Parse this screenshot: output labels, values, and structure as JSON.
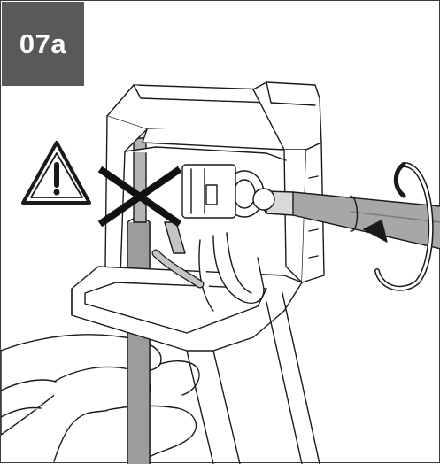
{
  "step": {
    "label": "07a"
  },
  "colors": {
    "badge_background": "#595959",
    "badge_text": "#ffffff",
    "line_art": "#1a1a1a",
    "tool_shaft": "#a7a7a7",
    "cable": "#9c9c9c",
    "wire_insulation": "#c4c4c4",
    "warning_cross": "#111111"
  },
  "illustration": {
    "warning": {
      "icon": "warning-triangle-icon",
      "meaning": "caution"
    },
    "prohibition": {
      "icon": "x-cross-icon"
    },
    "rotation": {
      "icon": "rotate-arrow-icon",
      "direction": "clockwise"
    },
    "tool": "flat-head-screwdriver"
  }
}
